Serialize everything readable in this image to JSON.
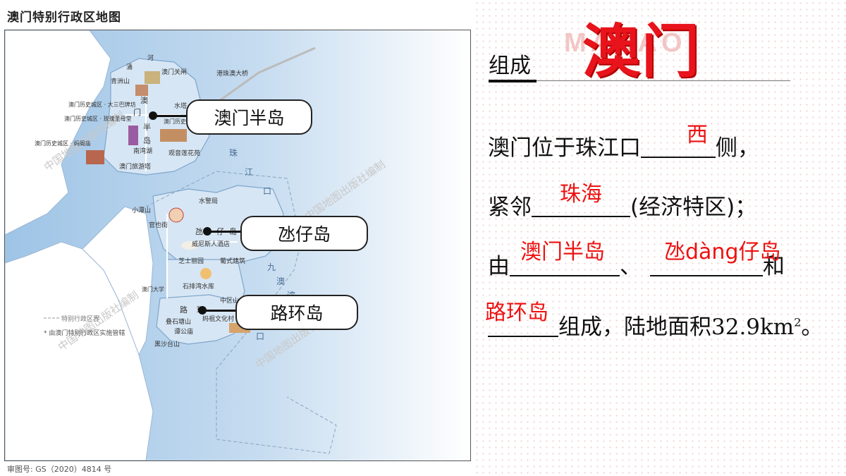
{
  "map": {
    "title": "澳门特别行政区地图",
    "footer": "审图号: GS（2020）4814 号",
    "watermark": "中国地图出版社编制",
    "labels": {
      "he": "河",
      "yong": "涌",
      "qingzhou_shan": "青洲山",
      "gate": "澳门关闸",
      "bridge": "港珠澳大桥",
      "site1": "澳门历史城区 · 大三巴牌坊",
      "site2": "澳门历史城区 · 玫瑰圣母堂",
      "site3": "澳门历史城区 · 妈阁庙",
      "site4": "澳门历史城区",
      "ao": "澳",
      "men": "门",
      "ban": "半",
      "dao": "岛",
      "shuiqiao": "水塔",
      "guanyin": "观音莲花苑",
      "tour": "澳门旅游塔",
      "nanwan": "南湾湖",
      "river1": "珠",
      "river2": "江",
      "river3": "口",
      "ocean_plan": "水警局",
      "xiaotan": "小潭山",
      "guanye": "官也街",
      "tai1": "氹",
      "zai": "仔",
      "dao2": "岛",
      "venetian": "威尼斯人酒店",
      "zhizhi": "芝士丽园",
      "pubu": "葡式建筑",
      "shixian": "石排湾水库",
      "jiu": "九",
      "ao2": "澳",
      "wan": "湾",
      "univ": "澳门大学",
      "zhongshan": "中区山",
      "lu": "路",
      "huan": "环",
      "mazu": "妈祖文化村",
      "diesheng": "叠石塘山",
      "tangong": "谭公庙",
      "heishatai": "黑沙台山",
      "kou": "口",
      "legend1": "特别行政区界",
      "legend2": "* 由澳门特别行政区实施管辖"
    }
  },
  "callouts": {
    "peninsula": "澳门半岛",
    "taipa": "氹仔岛",
    "coloane": "路环岛"
  },
  "panel": {
    "big_title": "澳门",
    "watermark": "MACAO",
    "section": "组成",
    "line1_a": "澳门位于珠江口",
    "line1_b": "侧，",
    "line2_a": "紧邻",
    "line2_b": "(经济特区)；",
    "line3_a": "由",
    "line3_b": "、",
    "line3_c": "和",
    "line4_a": "组成，陆地面积",
    "line4_num": "32.9km",
    "line4_sup": "2",
    "line4_end": "。",
    "answers": {
      "a1": "西",
      "a2": "珠海",
      "a3": "澳门半岛",
      "a4": "氹dàng仔岛",
      "a5": "路环岛"
    }
  },
  "colors": {
    "sea": "#b8d3ec",
    "land": "#d7e6f4",
    "answer": "#ee1111",
    "title": "#e8131b"
  }
}
